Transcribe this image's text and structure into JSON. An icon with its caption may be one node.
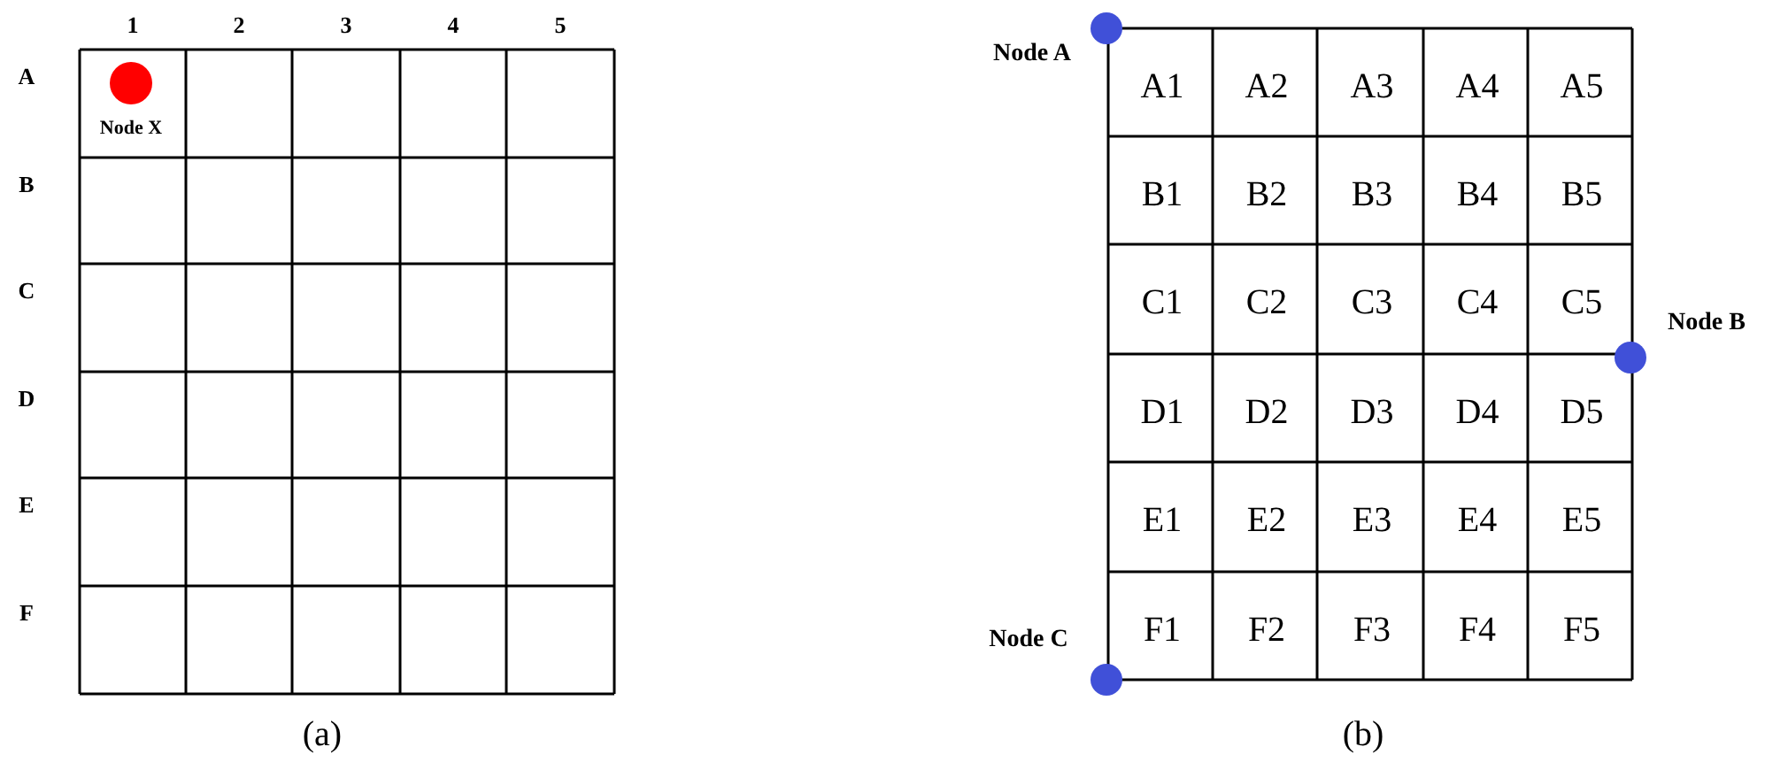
{
  "diagram": {
    "nodes": [
      {
        "text": [],
        "shape": "circle",
        "beside": [
          "Node X"
        ]
      },
      {
        "text": [],
        "shape": "circle",
        "beside": [
          "Node A"
        ]
      },
      {
        "text": [],
        "shape": "circle",
        "beside": [
          "Node B"
        ]
      },
      {
        "text": [],
        "shape": "circle",
        "beside": [
          "Node C"
        ]
      }
    ],
    "edges": [],
    "labels": [
      "1",
      "2",
      "3",
      "4",
      "5",
      "A",
      "B",
      "C",
      "D",
      "E",
      "F",
      "A1",
      "A2",
      "A3",
      "A4",
      "A5",
      "B1",
      "B2",
      "B3",
      "B4",
      "B5",
      "C1",
      "C2",
      "C3",
      "C4",
      "C5",
      "D1",
      "D2",
      "D3",
      "D4",
      "D5",
      "E1",
      "E2",
      "E3",
      "E4",
      "E5",
      "F1",
      "F2",
      "F3",
      "F4",
      "F5",
      "(a)",
      "(b)"
    ]
  }
}
